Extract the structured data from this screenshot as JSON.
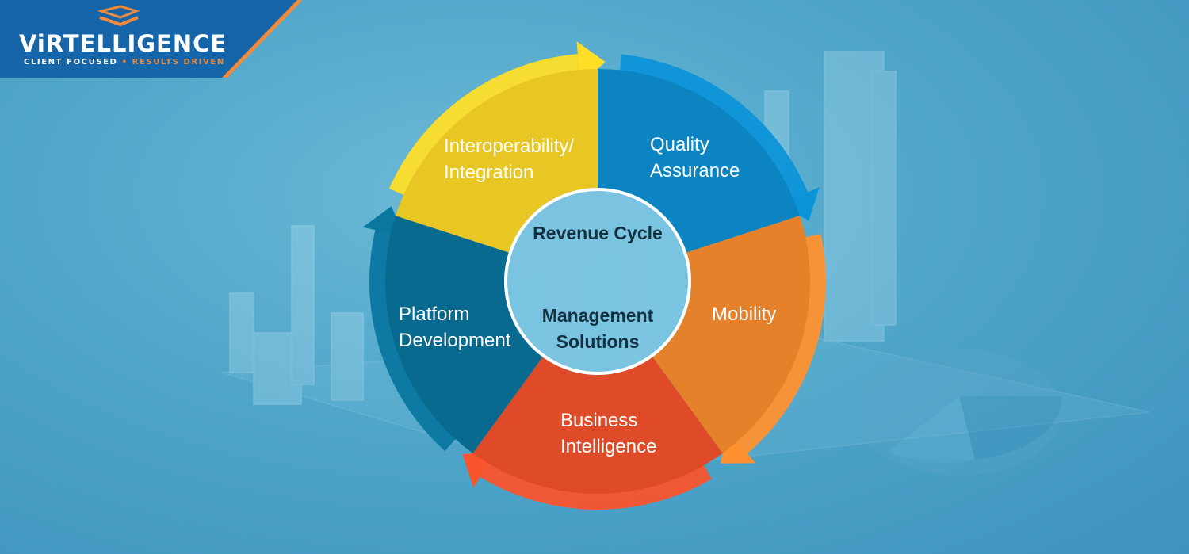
{
  "logo": {
    "name": "ViRTELLIGENCE",
    "tagline_left": "CLIENT FOCUSED",
    "separator": "•",
    "tagline_right": "RESULTS DRIVEN"
  },
  "center": {
    "line1": "Revenue Cycle",
    "line2": "Management",
    "line3": "Solutions"
  },
  "segments": [
    {
      "id": "quality",
      "line1": "Quality",
      "line2": "Assurance",
      "color": "#0b84c1"
    },
    {
      "id": "mobility",
      "line1": "Mobility",
      "line2": "",
      "color": "#e5812a"
    },
    {
      "id": "bi",
      "line1": "Business",
      "line2": "Intelligence",
      "color": "#df4b28"
    },
    {
      "id": "platform",
      "line1": "Platform",
      "line2": "Development",
      "color": "#086a8f"
    },
    {
      "id": "interop",
      "line1": "Interoperability/",
      "line2": "Integration",
      "color": "#e8c624"
    }
  ],
  "colors": {
    "logo_bg": "#1565a8",
    "logo_accent": "#f08a3c",
    "hub_fill": "#7cc6e2"
  }
}
